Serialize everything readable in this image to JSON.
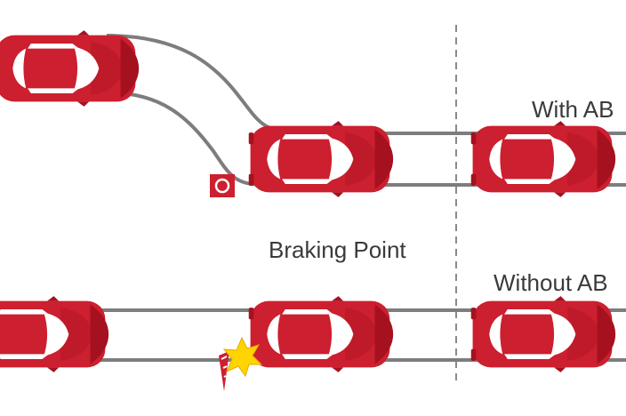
{
  "labels": {
    "with_abs": "With AB",
    "without_abs": "Without AB",
    "braking_point": "Braking Point"
  },
  "colors": {
    "car_body": "#cc1f2f",
    "car_dark": "#a5111f",
    "car_glass": "#ffffff",
    "track": "#7d7d7d",
    "divider": "#8a8a8a",
    "obstacle": "#cc1f2f",
    "impact": "#ffd400",
    "text": "#3a3a3a"
  },
  "icons": {
    "obstacle": "obstacle-icon",
    "impact": "impact-star-icon",
    "skid": "skid-marks-icon"
  }
}
